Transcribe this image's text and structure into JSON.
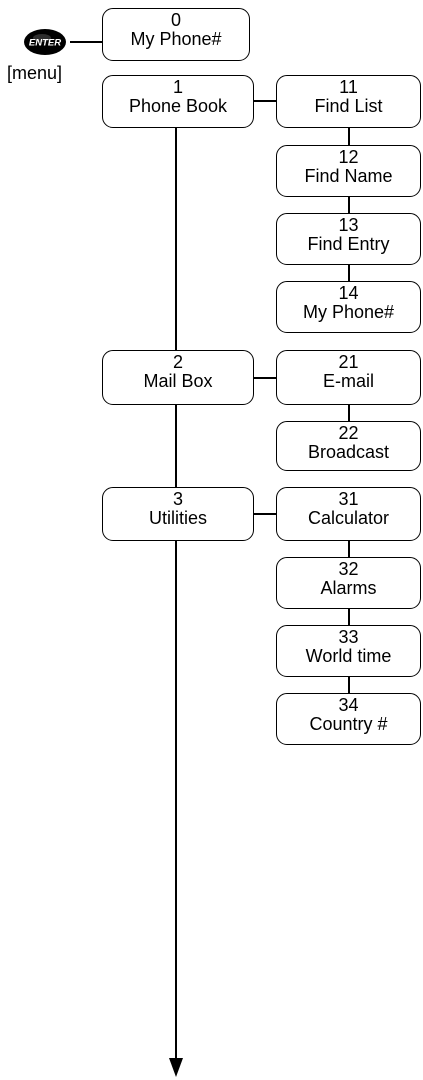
{
  "key": {
    "icon": "enter-key-icon",
    "text": "ENTER",
    "label": "[menu]"
  },
  "items": [
    {
      "num": "0",
      "label": "My Phone#"
    },
    {
      "num": "1",
      "label": "Phone Book"
    },
    {
      "num": "11",
      "label": "Find List"
    },
    {
      "num": "12",
      "label": "Find Name"
    },
    {
      "num": "13",
      "label": "Find Entry"
    },
    {
      "num": "14",
      "label": "My Phone#"
    },
    {
      "num": "2",
      "label": "Mail Box"
    },
    {
      "num": "21",
      "label": "E-mail"
    },
    {
      "num": "22",
      "label": "Broadcast"
    },
    {
      "num": "3",
      "label": "Utilities"
    },
    {
      "num": "31",
      "label": "Calculator"
    },
    {
      "num": "32",
      "label": "Alarms"
    },
    {
      "num": "33",
      "label": "World time"
    },
    {
      "num": "34",
      "label": "Country #"
    }
  ]
}
